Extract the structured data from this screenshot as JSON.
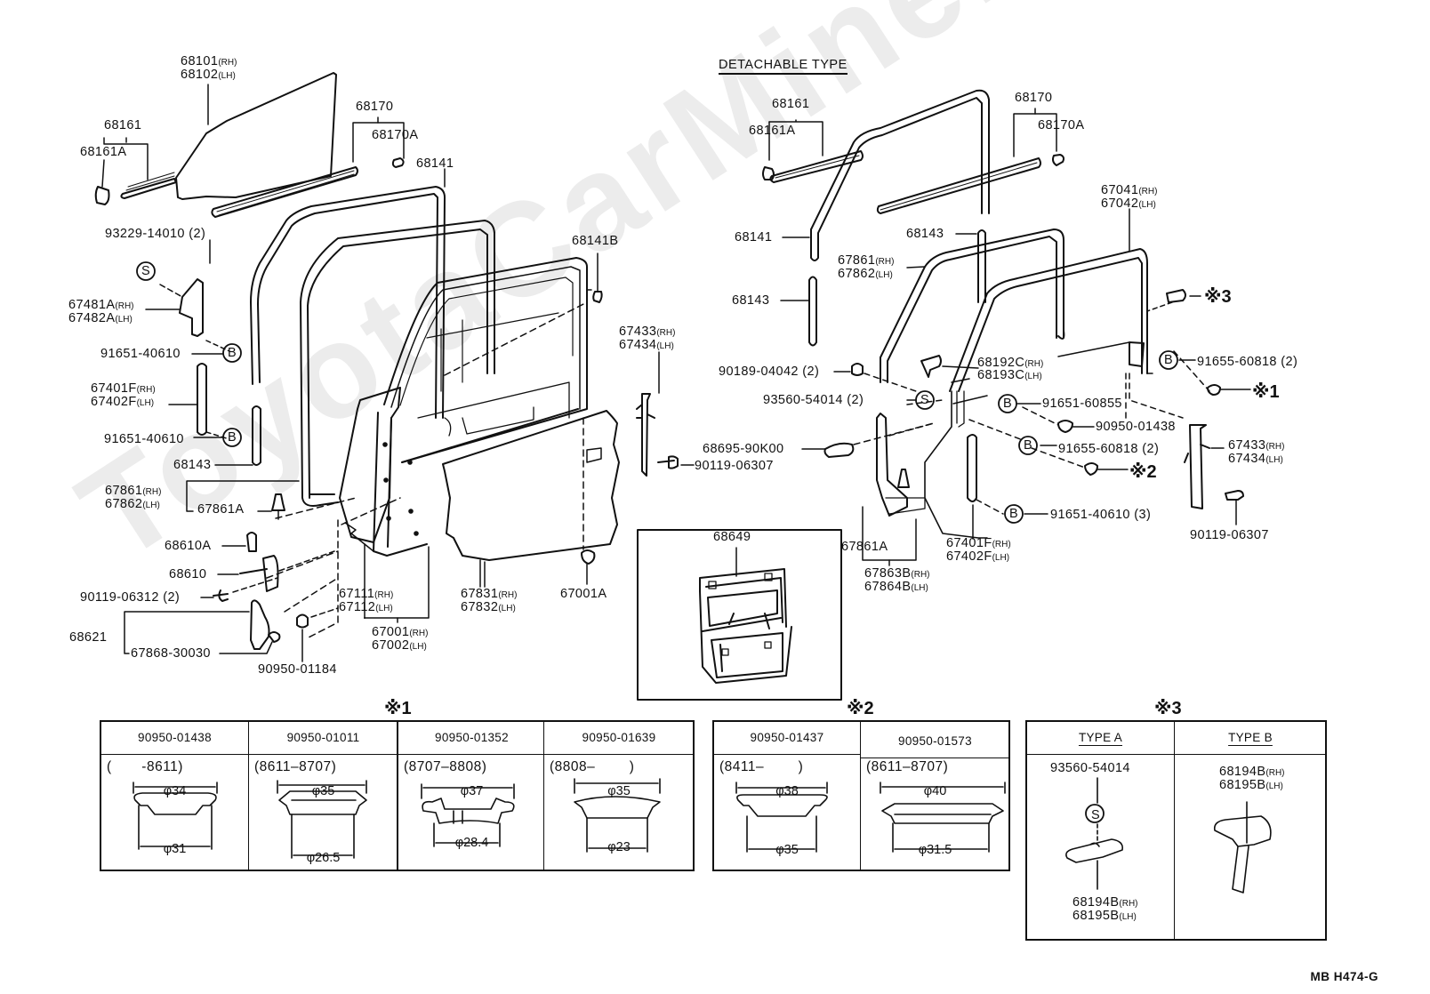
{
  "watermark": "ToyotaCarMine.ru",
  "drawing_code": "MB  H474-G",
  "detachable_header": "DETACHABLE TYPE",
  "symbols": {
    "bolt": "B",
    "screw": "S",
    "ref1": "※1",
    "ref2": "※2",
    "ref3": "※3"
  },
  "labels_main": {
    "p68101": "68101",
    "p68102": "68102",
    "p68161": "68161",
    "p68161A": "68161A",
    "p68170": "68170",
    "p68170A": "68170A",
    "p68141": "68141",
    "p68141B": "68141B",
    "p93229": "93229-14010 (2)",
    "p67481A": "67481A",
    "p67482A": "67482A",
    "p91651a": "91651-40610",
    "p91651b": "91651-40610",
    "p67401F": "67401F",
    "p67402F": "67402F",
    "p68143": "68143",
    "p67861": "67861",
    "p67862": "67862",
    "p67861A": "67861A",
    "p68610A": "68610A",
    "p68610": "68610",
    "p90119_06312": "90119-06312 (2)",
    "p68621": "68621",
    "p67868": "67868-30030",
    "p90950_01184": "90950-01184",
    "p67111": "67111",
    "p67112": "67112",
    "p67001": "67001",
    "p67002": "67002",
    "p67831": "67831",
    "p67832": "67832",
    "p67001A": "67001A",
    "p67433": "67433",
    "p67434": "67434",
    "p90119_06307": "90119-06307",
    "p68649": "68649"
  },
  "labels_detachable": {
    "p68161": "68161",
    "p68161A": "68161A",
    "p68170": "68170",
    "p68170A": "68170A",
    "p68141": "68141",
    "p68143a": "68143",
    "p68143b": "68143",
    "p67041": "67041",
    "p67042": "67042",
    "p67861": "67861",
    "p67862": "67862",
    "p90189": "90189-04042 (2)",
    "p93560": "93560-54014 (2)",
    "p68192C": "68192C",
    "p68193C": "68193C",
    "p91655_top": "91655-60818 (2)",
    "p91651_60855": "91651-60855",
    "p90950_01438": "90950-01438",
    "p91655_mid": "91655-60818 (2)",
    "p91651_40610": "91651-40610 (3)",
    "p68695": "68695-90K00",
    "p67861A": "67861A",
    "p67863B": "67863B",
    "p67864B": "67864B",
    "p67401F": "67401F",
    "p67402F": "67402F",
    "p67433": "67433",
    "p67434": "67434",
    "p90119_06307": "90119-06307"
  },
  "side": {
    "rh": "(RH)",
    "lh": "(LH)"
  },
  "table1": {
    "title": "※1",
    "columns": [
      {
        "part": "90950-01438",
        "range": "(       -8611)",
        "outer": "φ34",
        "inner": "φ31"
      },
      {
        "part": "90950-01011",
        "range": "(8611–8707)",
        "outer": "φ35",
        "inner": "φ26.5"
      },
      {
        "part": "90950-01352",
        "range": "(8707–8808)",
        "outer": "φ37",
        "inner": "φ28.4"
      },
      {
        "part": "90950-01639",
        "range": "(8808–        )",
        "outer": "φ35",
        "inner": "φ23"
      }
    ]
  },
  "table2": {
    "title": "※2",
    "columns": [
      {
        "part": "90950-01437",
        "range": "(8411–        )",
        "outer": "φ38",
        "inner": "φ35"
      },
      {
        "part": "90950-01573",
        "range": "(8611–8707)",
        "outer": "φ40",
        "inner": "φ31.5"
      }
    ]
  },
  "table3": {
    "title": "※3",
    "columns": [
      {
        "type": "TYPE A",
        "screw": "93560-54014",
        "part_rh": "68194B",
        "part_lh": "68195B"
      },
      {
        "type": "TYPE B",
        "part_rh": "68194B",
        "part_lh": "68195B"
      }
    ]
  }
}
